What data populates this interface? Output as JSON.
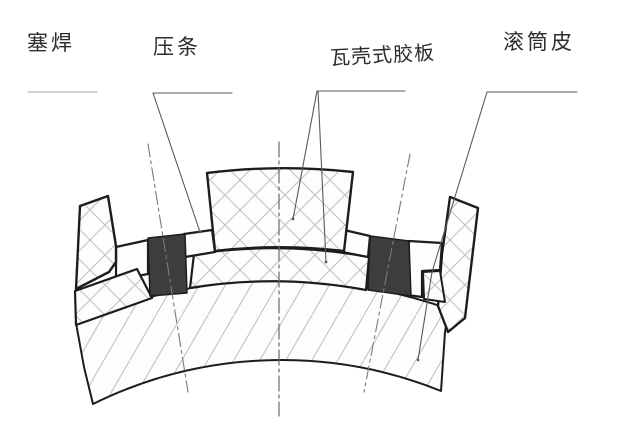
{
  "diagram": {
    "type": "engineering-cross-section",
    "description": "Cross-section of conveyor drum lagging with shell-type rubber plates clamped by pressure strips fixed with plug welds",
    "labels": {
      "plug_weld": "塞焊",
      "pressure_strip": "压条",
      "shell_rubber_plate": "瓦壳式胶板",
      "drum_shell": "滚筒皮"
    },
    "colors": {
      "line": "#1f1f1f",
      "hatch": "#c7c7c7",
      "weld_fill": "#3d3d3d",
      "leader": "#5a5a5a",
      "centerline": "#6b6b6b",
      "background": "#ffffff"
    }
  }
}
